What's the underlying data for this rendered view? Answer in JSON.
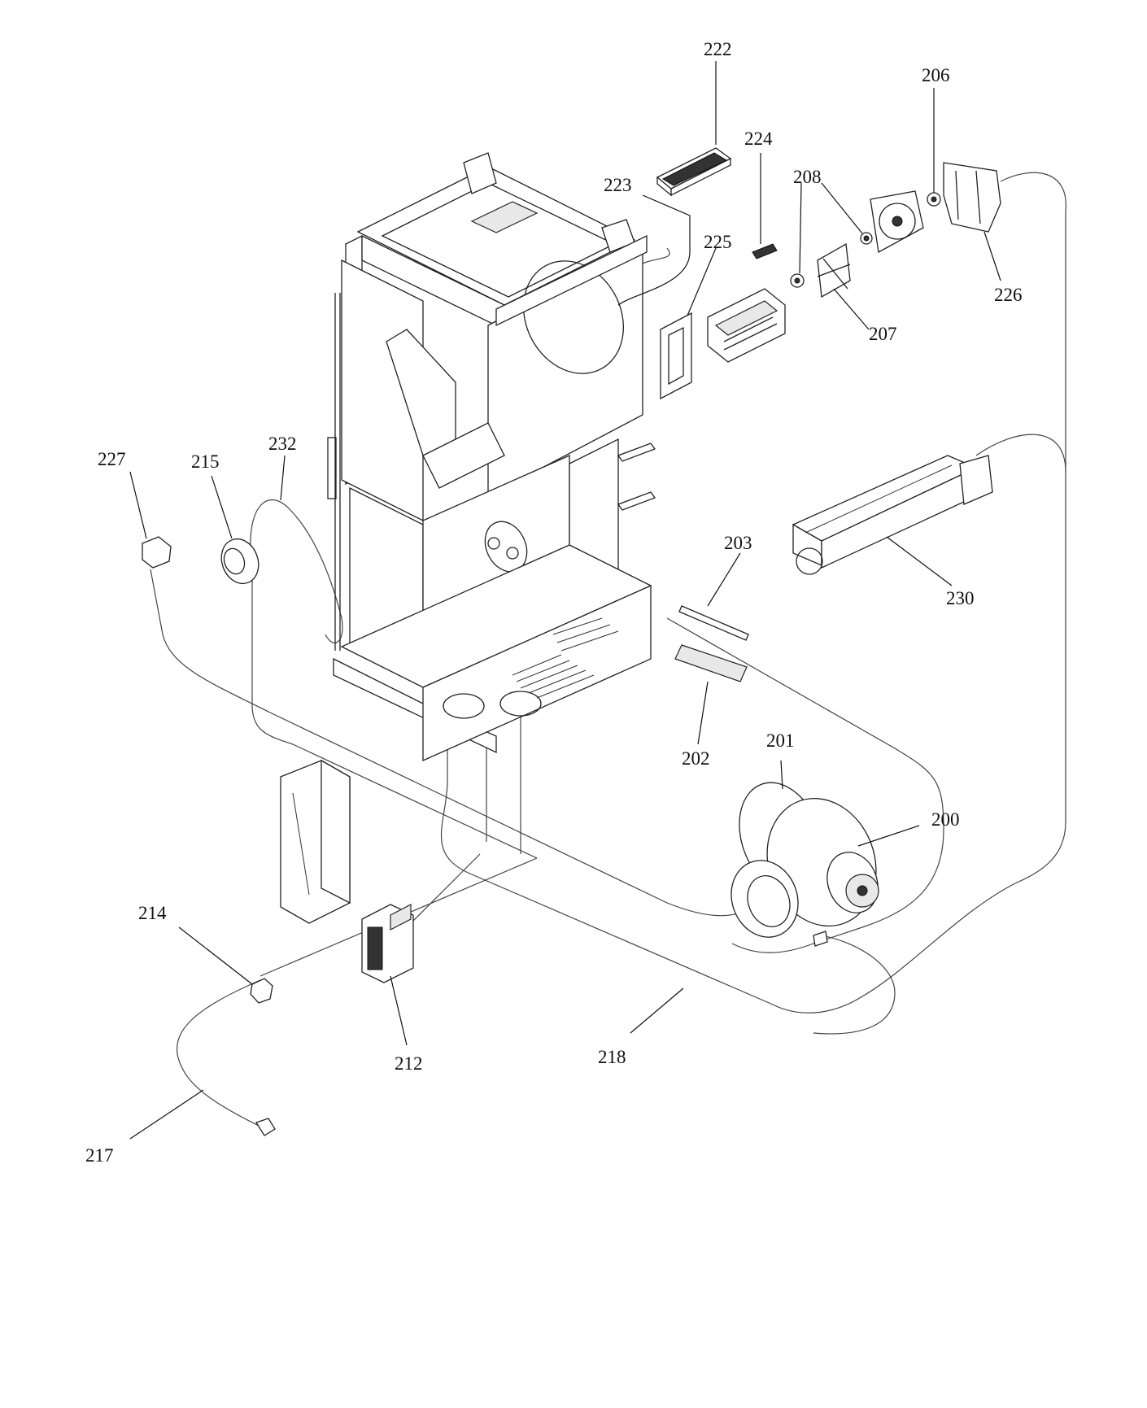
{
  "labels": {
    "p200": "200",
    "p201": "201",
    "p202": "202",
    "p203": "203",
    "p206": "206",
    "p207": "207",
    "p208": "208",
    "p212": "212",
    "p214": "214",
    "p215": "215",
    "p217": "217",
    "p218": "218",
    "p222": "222",
    "p223": "223",
    "p224": "224",
    "p225": "225",
    "p226": "226",
    "p227": "227",
    "p230": "230",
    "p232": "232"
  }
}
